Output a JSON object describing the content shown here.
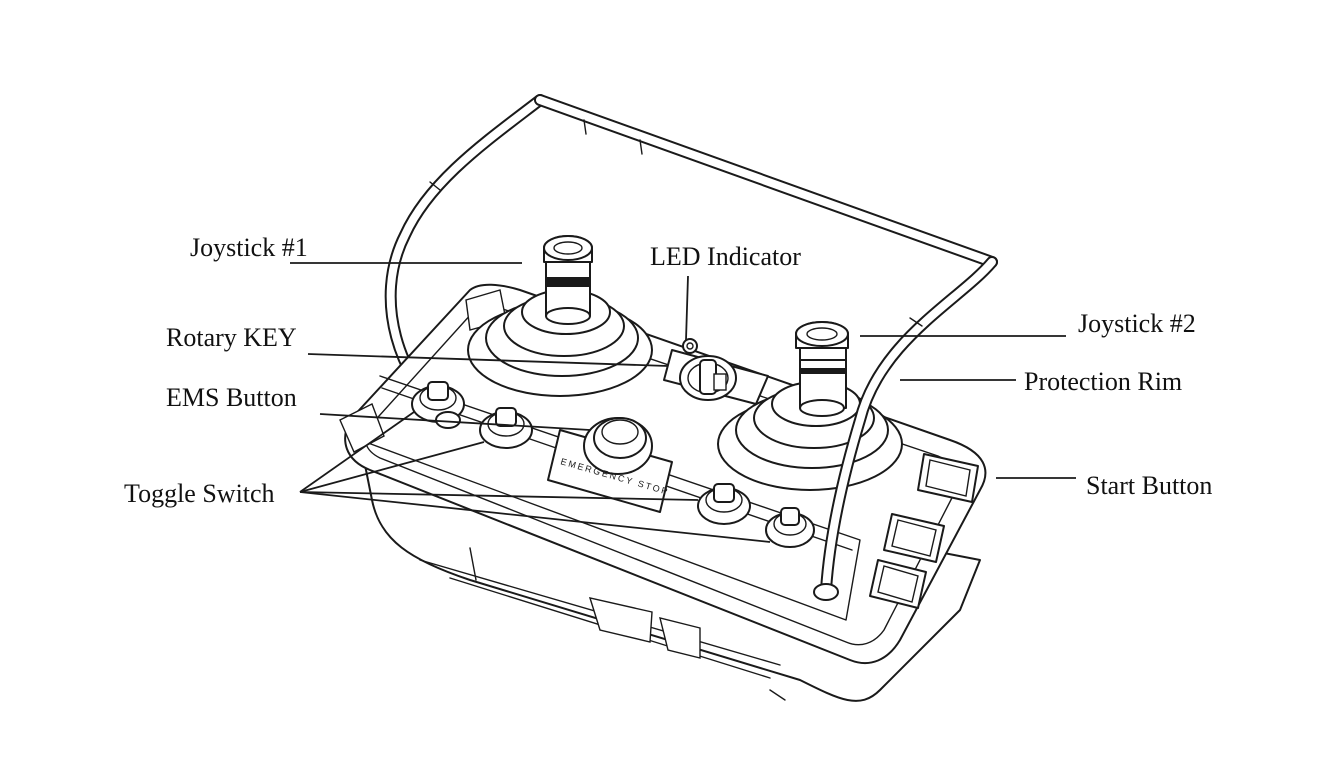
{
  "diagram": {
    "labels": {
      "joystick_1": "Joystick #1",
      "led_indicator": "LED Indicator",
      "joystick_2": "Joystick #2",
      "rotary_key": "Rotary KEY",
      "protection_rim": "Protection Rim",
      "ems_button": "EMS Button",
      "toggle_switch": "Toggle Switch",
      "start_button": "Start Button"
    },
    "ems_ring_text": "EMERGENCY STOP",
    "colors": {
      "ink": "#1a1a1a",
      "background": "#ffffff"
    }
  }
}
